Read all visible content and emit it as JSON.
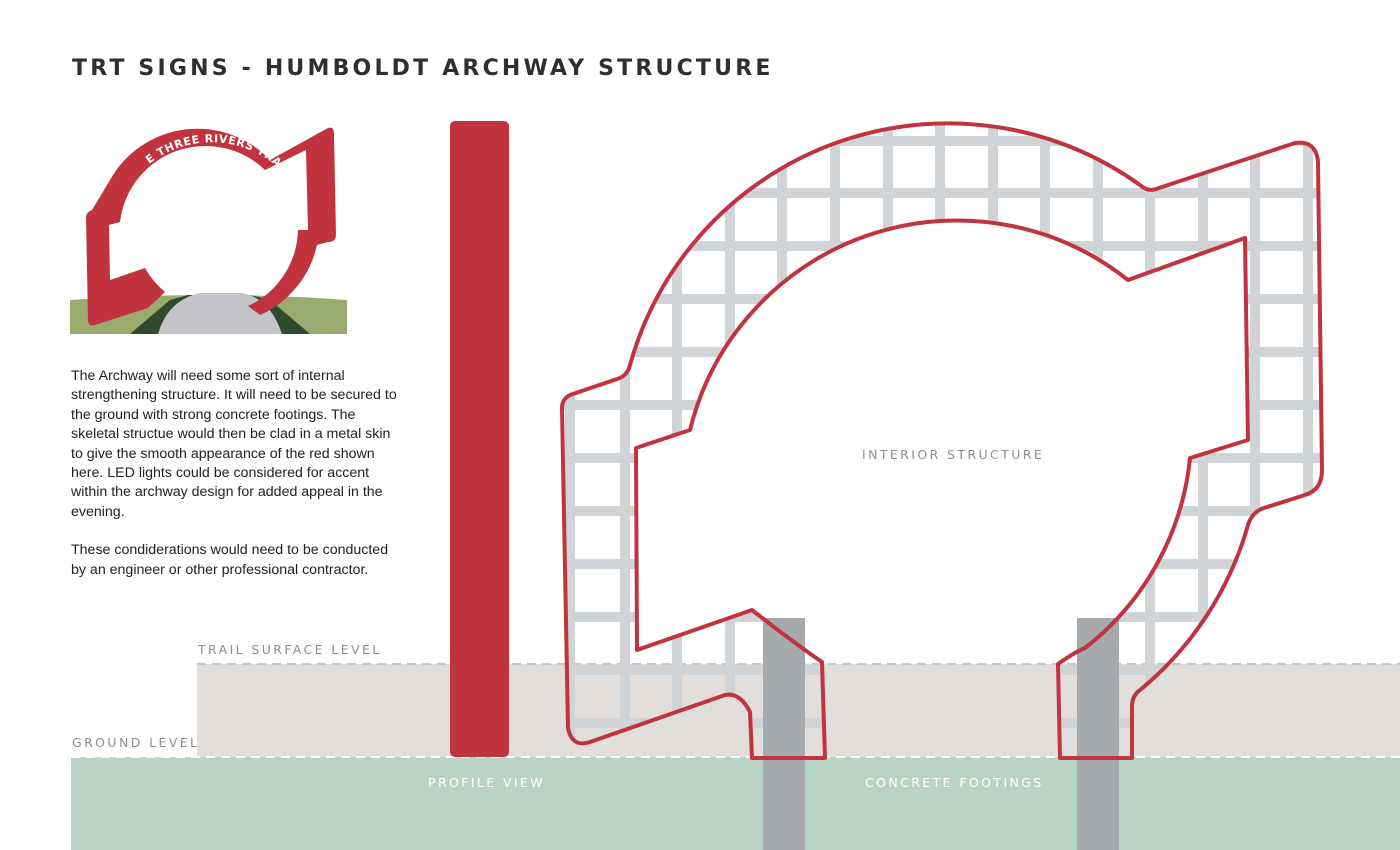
{
  "title": "TRT SIGNS - HUMBOLDT ARCHWAY STRUCTURE",
  "thumbnail": {
    "arch_text": "THE THREE RIVERS TRAIL"
  },
  "description": {
    "paragraph1": "The Archway will need some sort of internal strengthening structure. It will need to be secured to the ground with strong concrete footings. The skeletal structue would then be clad in a metal skin to give the smooth appearance of the red shown here. LED lights could be considered for accent within the archway design for added appeal in the evening.",
    "paragraph2": "These condiderations would need to be conducted by an engineer or other professional contractor."
  },
  "labels": {
    "interior_structure": "INTERIOR STRUCTURE",
    "trail_surface_level": "TRAIL SURFACE LEVEL",
    "ground_level": "GROUND LEVEL",
    "profile_view": "PROFILE VIEW",
    "concrete_footings": "CONCRETE FOOTINGS"
  },
  "colors": {
    "arch_red": "#c1333f",
    "grid_grey": "#d1d4d7",
    "footing_grey": "#a7aaad",
    "trail_surface": "#e2dedb",
    "ground_green": "#b9d4c7",
    "grass_green": "#9aab6e",
    "dark_green": "#2f4a2d",
    "path_grey": "#c5c4c9"
  }
}
